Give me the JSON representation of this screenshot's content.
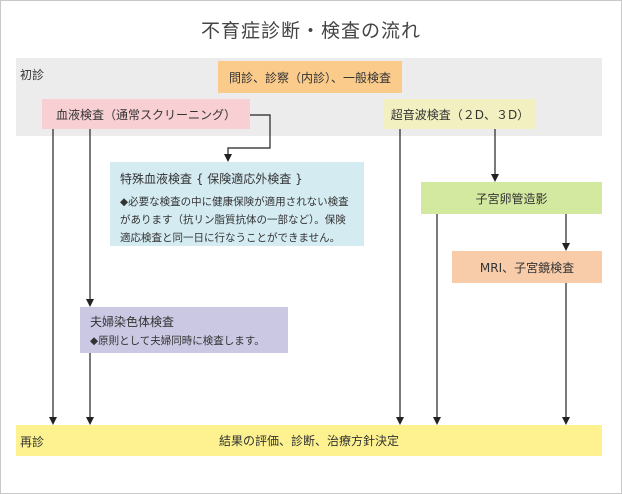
{
  "title": "不育症診断・検査の流れ",
  "bands": {
    "initial_label": "初診",
    "revisit_label": "再診"
  },
  "boxes": {
    "interview": "問診、診察（内診）、一般検査",
    "blood_test": "血液検査（通常スクリーニング）",
    "ultrasound": "超音波検査（２D、３D）",
    "special_blood": {
      "title": "特殊血液検査 { 保険適応外検査 }",
      "note": "◆必要な検査の中に健康保険が適用されない検査があります（抗リン脂質抗体の一部など）。保険適応検査と同一日に行なうことができません。"
    },
    "hsg": "子宮卵管造影",
    "mri": "MRI、子宮鏡検査",
    "chromosome": {
      "title": "夫婦染色体検査",
      "note": "◆原則として夫婦同時に検査します。"
    },
    "result": "結果の評価、診断、治療方針決定"
  },
  "colors": {
    "band_gray": "#ececec",
    "interview_orange": "#fbcb8c",
    "blood_pink": "#f8cfd2",
    "ultrasound_yellow": "#f2f0c0",
    "special_blue": "#d4ebf2",
    "hsg_green": "#d4e9a0",
    "mri_orange": "#f8cca8",
    "chromosome_lavender": "#cbc8e3",
    "result_yellow": "#fdf28f",
    "arrow": "#222222"
  }
}
